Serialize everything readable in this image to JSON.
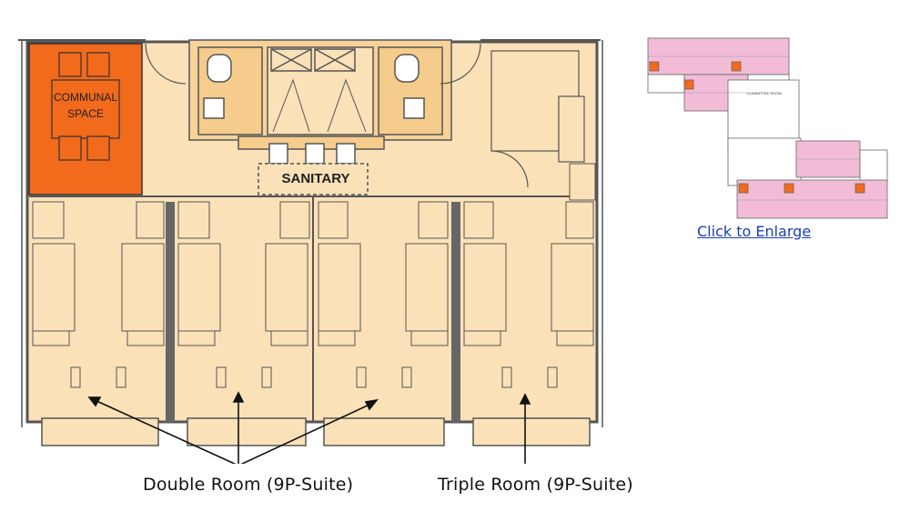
{
  "plan": {
    "communal_label_line1": "COMMUNAL",
    "communal_label_line2": "SPACE",
    "sanitary_label": "SANITARY"
  },
  "captions": {
    "double_room": "Double Room (9P-Suite)",
    "triple_room": "Triple Room (9P-Suite)"
  },
  "thumbnail": {
    "room_label": "COMMITTEE ROOM",
    "link_text": "Click to Enlarge"
  },
  "colors": {
    "floor": "#fbe1b8",
    "communal": "#f26a1c",
    "wall": "#555555",
    "thumb_pink": "#f2bcd6",
    "link": "#1a3fb0"
  }
}
